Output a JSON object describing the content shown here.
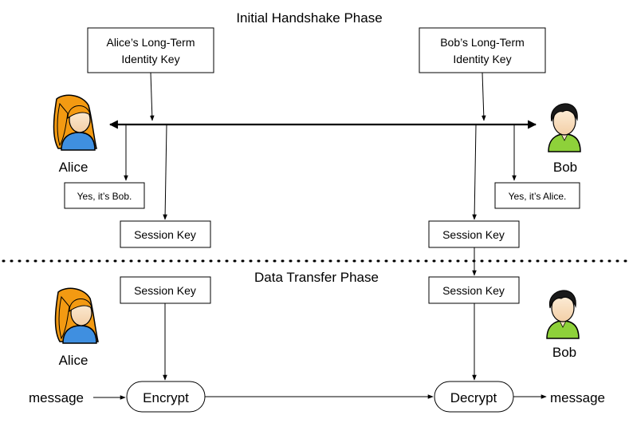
{
  "phases": {
    "handshake_title": "Initial Handshake Phase",
    "data_transfer_title": "Data Transfer Phase"
  },
  "keys": {
    "alice_identity_key_line1": "Alice’s Long-Term",
    "alice_identity_key_line2": "Identity Key",
    "bob_identity_key_line1": "Bob’s Long-Term",
    "bob_identity_key_line2": "Identity Key",
    "session_key": "Session Key"
  },
  "verification": {
    "alice_confirms": "Yes, it’s Bob.",
    "bob_confirms": "Yes, it’s Alice."
  },
  "people": {
    "alice": "Alice",
    "bob": "Bob"
  },
  "flow": {
    "message_in": "message",
    "encrypt": "Encrypt",
    "decrypt": "Decrypt",
    "message_out": "message"
  },
  "colors": {
    "alice_hair": "#f39a12",
    "alice_shirt": "#3f8fe0",
    "bob_hair": "#1a1a1a",
    "bob_shirt": "#8ed13a",
    "skin": "#fbe3c6"
  }
}
